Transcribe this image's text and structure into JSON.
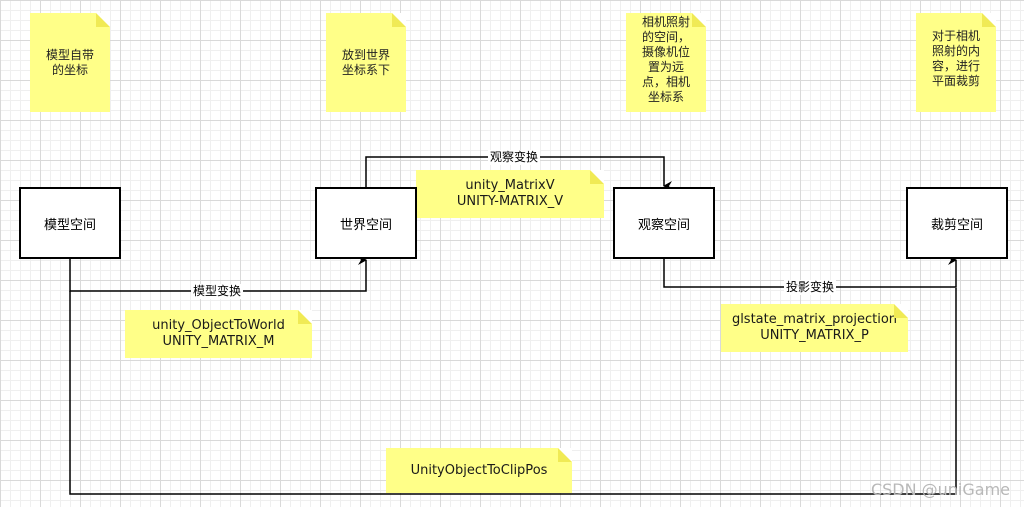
{
  "notes": {
    "model_note": "模型自带\n的坐标",
    "world_note": "放到世界\n坐标系下",
    "view_note": "相机照射\n的空间，\n摄像机位\n置为远\n点，相机\n坐标系",
    "clip_note": "对于相机\n照射的内\n容，进行\n平面裁剪",
    "matrix_v": "unity_MatrixV\nUNITY-MATRIX_V",
    "matrix_m": "unity_ObjectToWorld\nUNITY_MATRIX_M",
    "matrix_p": "glstate_matrix_projection\nUNITY_MATRIX_P",
    "clip_pos": "UnityObjectToClipPos"
  },
  "nodes": {
    "model_space": "模型空间",
    "world_space": "世界空间",
    "view_space": "观察空间",
    "clip_space": "裁剪空间"
  },
  "edges": {
    "model_transform": "模型变换",
    "view_transform": "观察变换",
    "projection_transform": "投影变换"
  },
  "watermark": "CSDN @uniGame"
}
